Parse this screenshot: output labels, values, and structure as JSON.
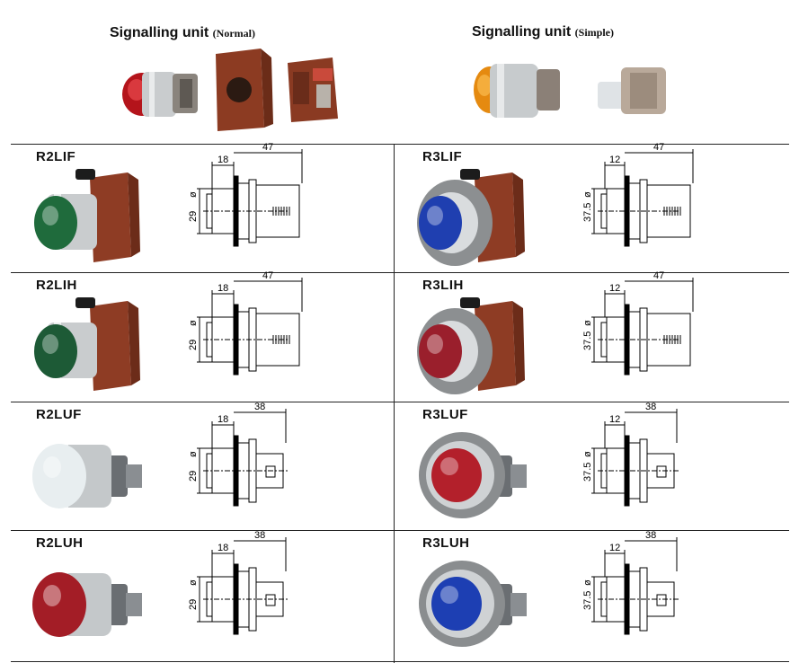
{
  "header": {
    "normal": {
      "title": "Signalling unit",
      "subtitle": "(Normal)"
    },
    "simple": {
      "title": "Signalling  unit",
      "subtitle": "(Simple)"
    }
  },
  "rows": [
    {
      "left": {
        "model": "R2LIF",
        "lens_color": "#1f6b3c",
        "type": "large",
        "dims": {
          "w": "18",
          "l": "47",
          "d": "29",
          "phi": "ø"
        }
      },
      "right": {
        "model": "R3LIF",
        "lens_color": "#1f3fb0",
        "type": "large",
        "dims": {
          "w": "12",
          "l": "47",
          "d": "37.5",
          "phi": "ø"
        }
      }
    },
    {
      "left": {
        "model": "R2LIH",
        "lens_color": "#1d5a36",
        "type": "large",
        "dims": {
          "w": "18",
          "l": "47",
          "d": "29",
          "phi": "ø"
        }
      },
      "right": {
        "model": "R3LIH",
        "lens_color": "#9a1f2c",
        "type": "large",
        "dims": {
          "w": "12",
          "l": "47",
          "d": "37.5",
          "phi": "ø"
        }
      }
    },
    {
      "left": {
        "model": "R2LUF",
        "lens_color": "#e8eef0",
        "type": "small",
        "dims": {
          "w": "18",
          "l": "38",
          "d": "29",
          "phi": "ø"
        }
      },
      "right": {
        "model": "R3LUF",
        "lens_color": "#b3202b",
        "type": "small",
        "dims": {
          "w": "12",
          "l": "38",
          "d": "37.5",
          "phi": "ø"
        }
      }
    },
    {
      "left": {
        "model": "R2LUH",
        "lens_color": "#a31d26",
        "type": "small",
        "dims": {
          "w": "18",
          "l": "38",
          "d": "29",
          "phi": "ø"
        }
      },
      "right": {
        "model": "R3LUH",
        "lens_color": "#1d3fb3",
        "type": "small",
        "dims": {
          "w": "12",
          "l": "38",
          "d": "37.5",
          "phi": "ø"
        }
      }
    }
  ]
}
